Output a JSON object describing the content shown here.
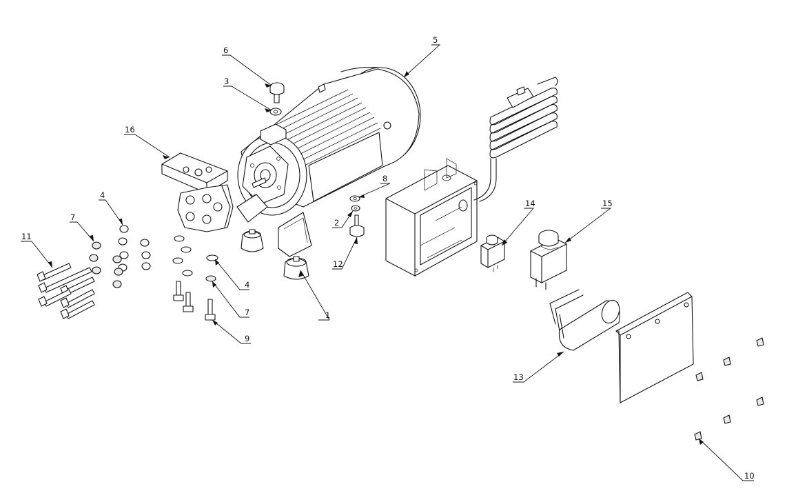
{
  "callouts": [
    {
      "id": "c1",
      "text": "1"
    },
    {
      "id": "c2",
      "text": "2"
    },
    {
      "id": "c3",
      "text": "3"
    },
    {
      "id": "c4a",
      "text": "4"
    },
    {
      "id": "c4b",
      "text": "4"
    },
    {
      "id": "c5",
      "text": "5"
    },
    {
      "id": "c6",
      "text": "6"
    },
    {
      "id": "c7a",
      "text": "7"
    },
    {
      "id": "c7b",
      "text": "7"
    },
    {
      "id": "c8",
      "text": "8"
    },
    {
      "id": "c9",
      "text": "9"
    },
    {
      "id": "c10",
      "text": "10"
    },
    {
      "id": "c11",
      "text": "11"
    },
    {
      "id": "c12",
      "text": "12"
    },
    {
      "id": "c13",
      "text": "13"
    },
    {
      "id": "c14",
      "text": "14"
    },
    {
      "id": "c15",
      "text": "15"
    },
    {
      "id": "c16",
      "text": "16"
    }
  ]
}
